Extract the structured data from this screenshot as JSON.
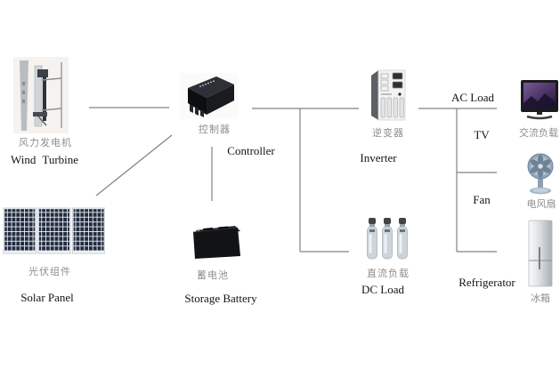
{
  "nodes": {
    "wind_turbine": {
      "zh": "风力发电机",
      "en": "Wind Turbine"
    },
    "solar_panel": {
      "zh": "光伏组件",
      "en": "Solar Panel"
    },
    "controller": {
      "zh": "控制器",
      "en": "Controller"
    },
    "storage_battery": {
      "zh": "蓄电池",
      "en": "Storage Battery"
    },
    "inverter": {
      "zh": "逆变器",
      "en": "Inverter"
    },
    "dc_load": {
      "zh": "直流负载",
      "en": "DC Load"
    }
  },
  "ac_branch": {
    "bus_label": "AC Load",
    "devices": [
      {
        "en": "TV",
        "zh": "交流负载",
        "icon": "tv-icon"
      },
      {
        "en": "Fan",
        "zh": "电风扇",
        "icon": "fan-icon"
      },
      {
        "en": "Refrigerator",
        "zh": "冰箱",
        "icon": "refrigerator-icon"
      }
    ]
  },
  "connections": [
    "Wind Turbine - Controller",
    "Solar Panel - Controller",
    "Controller - Storage Battery",
    "Controller - Inverter",
    "Controller - DC Load",
    "Inverter - AC Load bus",
    "AC Load bus - TV",
    "AC Load bus - Fan",
    "AC Load bus - Refrigerator"
  ],
  "colors": {
    "background": "#ffffff",
    "connection_line": "#7f8386",
    "label_zh": "#8e8e8e",
    "label_en": "#141414",
    "solar_cell": "#222c40",
    "tv_screen": "#4a3364"
  }
}
